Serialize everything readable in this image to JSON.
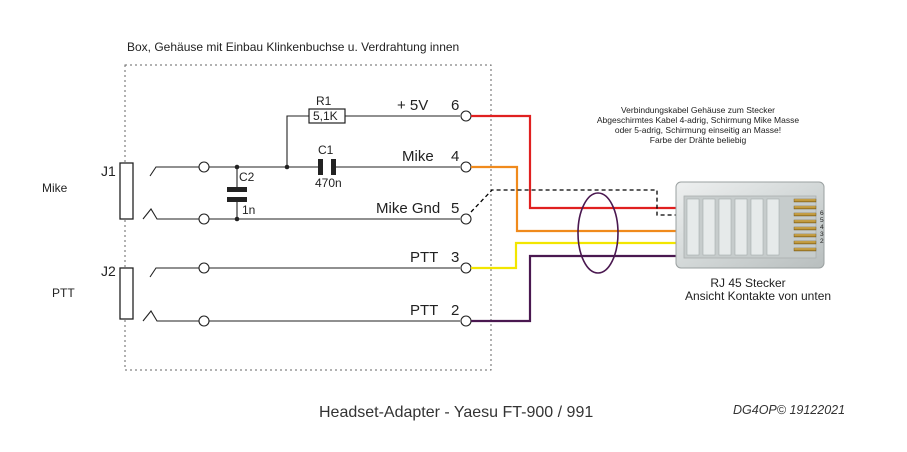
{
  "box_title": "Box, Gehäuse mit Einbau Klinkenbuchse u. Verdrahtung innen",
  "jacks": {
    "j1": {
      "ref": "J1",
      "label": "Mike"
    },
    "j2": {
      "ref": "J2",
      "label": "PTT"
    }
  },
  "components": {
    "r1": {
      "ref": "R1",
      "value": "5,1K"
    },
    "c1": {
      "ref": "C1",
      "value": "470n"
    },
    "c2": {
      "ref": "C2",
      "value": "1n"
    }
  },
  "terminals": [
    {
      "label": "+ 5V",
      "pin": "6",
      "wire_color": "#e02020"
    },
    {
      "label": "Mike",
      "pin": "4",
      "wire_color": "#f08a1c"
    },
    {
      "label": "Mike Gnd",
      "pin": "5",
      "wire_color": "#000000"
    },
    {
      "label": "PTT",
      "pin": "3",
      "wire_color": "#f2e600"
    },
    {
      "label": "PTT",
      "pin": "2",
      "wire_color": "#4a1850"
    }
  ],
  "cable_note": [
    "Verbindungskabel Gehäuse zum Stecker",
    "Abgeschirmtes Kabel 4-adrig, Schirmung Mike Masse",
    "oder 5-adrig, Schirmung einseitig an Masse!",
    "Farbe der Drähte beliebig"
  ],
  "connector": {
    "title": "RJ 45 Stecker",
    "subtitle": "Ansicht Kontakte von unten",
    "pins": [
      "6",
      "5",
      "4",
      "3",
      "2"
    ]
  },
  "footer": {
    "title": "Headset-Adapter - Yaesu FT-900 / 991",
    "signature": "DG4OP© 19122021"
  }
}
